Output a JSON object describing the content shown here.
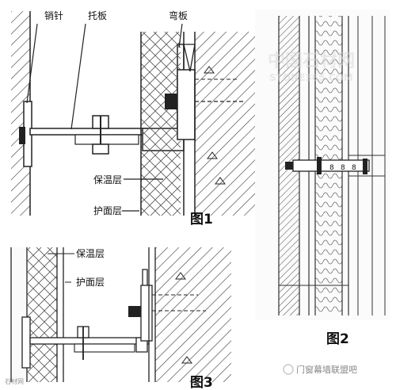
{
  "figure1": {
    "labels": {
      "pin": "销针",
      "support_plate": "托板",
      "bent_plate": "弯板",
      "insulation": "保温层",
      "facing": "护面层"
    },
    "caption": "图1"
  },
  "figure2": {
    "caption": "图2"
  },
  "figure3": {
    "labels": {
      "insulation": "保温层",
      "facing": "护面层"
    },
    "caption": "图3"
  },
  "watermarks": {
    "site_cn": "中国石材网",
    "site_en": "STONE365.COM",
    "account": "门窗幕墙联盟吧",
    "corner_small": "石材网"
  },
  "colors": {
    "line": "#222222",
    "hatch": "#444444",
    "watermark": "#d9d9d9"
  }
}
